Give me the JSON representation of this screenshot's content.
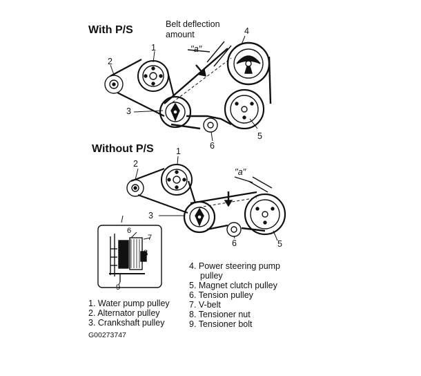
{
  "top": {
    "title": "With P/S",
    "deflection_note_1": "Belt deflection",
    "deflection_note_2": "amount",
    "a_label": "′′a′′",
    "callouts": [
      "1",
      "2",
      "3",
      "4",
      "5",
      "6"
    ]
  },
  "bottom": {
    "title": "Without P/S",
    "a_label": "′′a′′",
    "callouts": [
      "1",
      "2",
      "3",
      "5",
      "6"
    ]
  },
  "inset": {
    "callouts": [
      "6",
      "7",
      "8",
      "9"
    ]
  },
  "legend": {
    "left": [
      "1. Water pump pulley",
      "2. Alternator pulley",
      "3. Crankshaft pulley"
    ],
    "right_item4_line1": "4. Power steering pump",
    "right_item4_line2": "pulley",
    "right": [
      "5. Magnet clutch pulley",
      "6. Tension pulley",
      "7. V-belt",
      "8. Tensioner nut",
      "9. Tensioner bolt"
    ]
  },
  "figure_code": "G00273747"
}
